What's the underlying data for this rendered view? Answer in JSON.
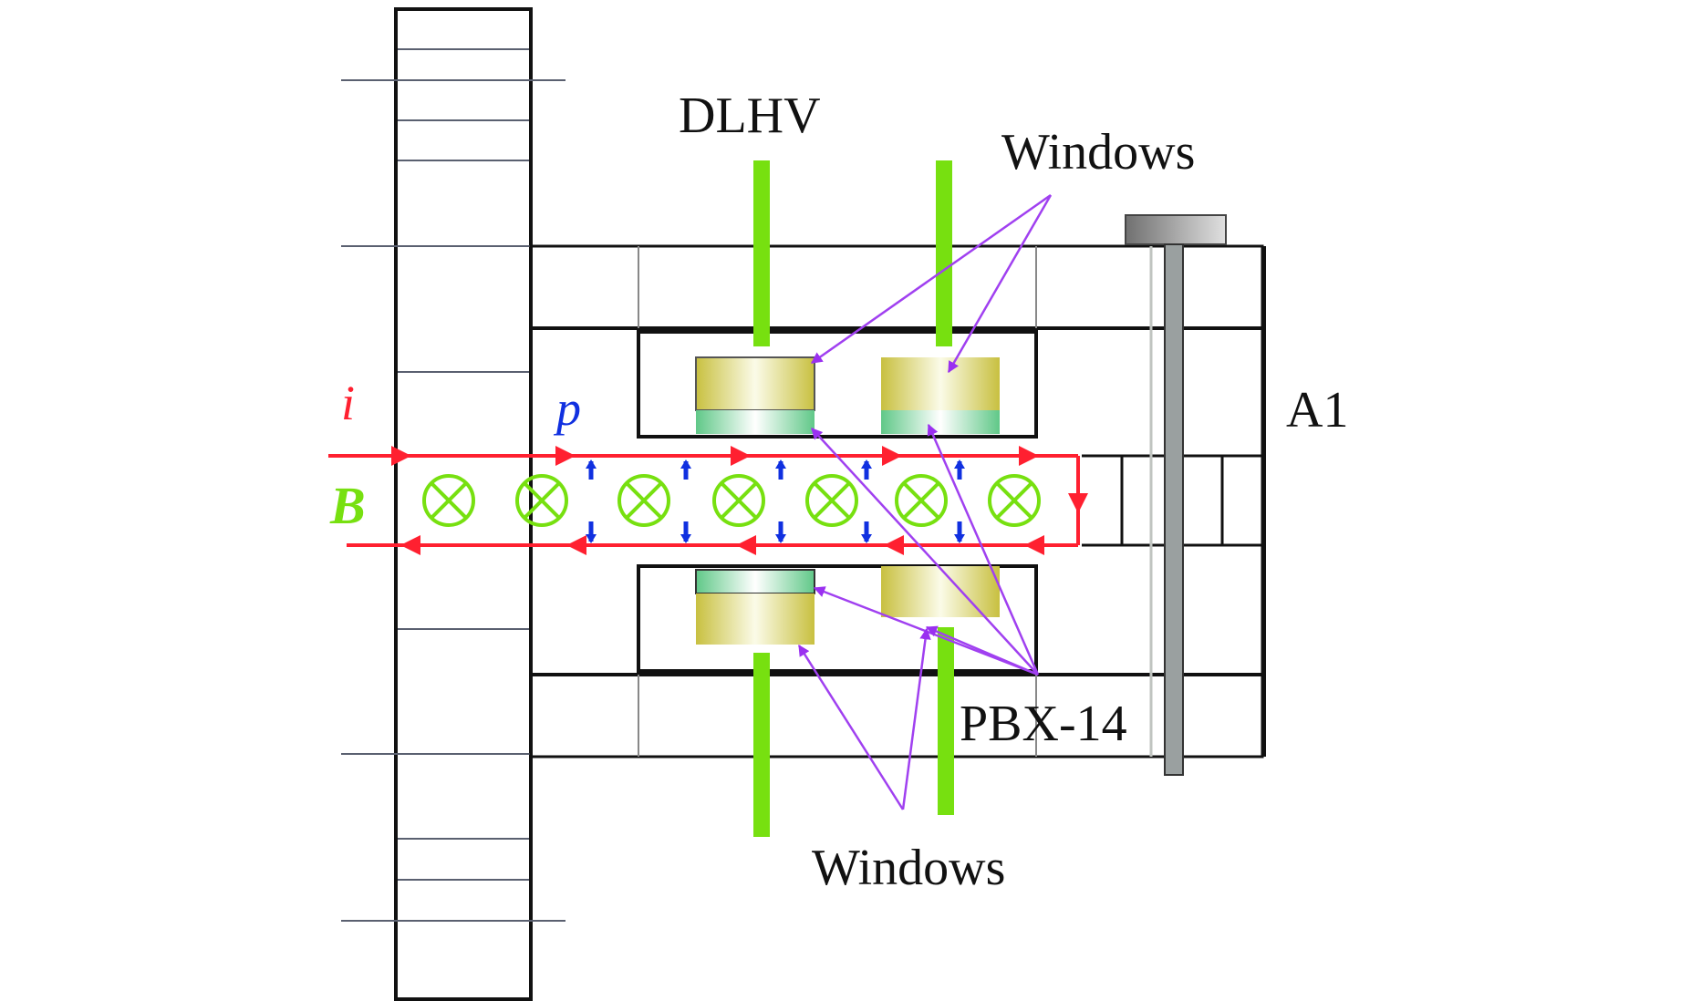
{
  "labels": {
    "dlhv": "DLHV",
    "windows_top": "Windows",
    "windows_bottom": "Windows",
    "explosive": "PBX-14",
    "assembly": "A1"
  },
  "symbols": {
    "current": "i",
    "pressure": "p",
    "magnetic_field": "B",
    "field_into_page": "⊗"
  },
  "colors": {
    "current": "#ff2030",
    "pressure": "#1030e0",
    "field": "#77e010",
    "probe": "#77e010",
    "leader": "#a040f0",
    "structure": "#111111",
    "window": "#d8d060",
    "window_glass": "#70d090"
  },
  "field_markers_count": 7
}
